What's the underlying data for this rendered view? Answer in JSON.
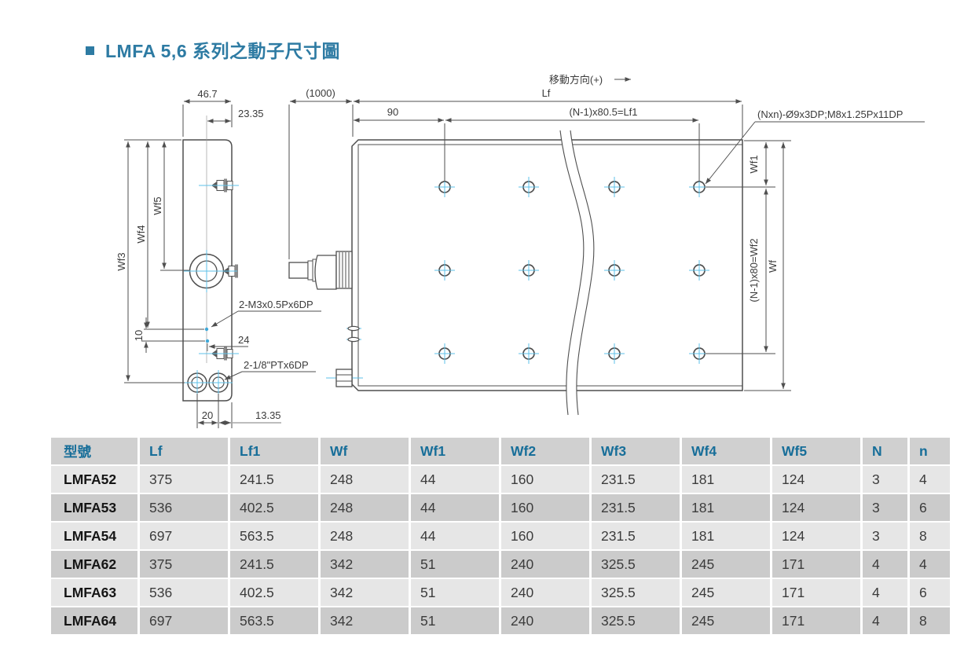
{
  "page": {
    "title": "LMFA 5,6 系列之動子尺寸圖",
    "accent_color": "#2e7ba3"
  },
  "diagram": {
    "side_view": {
      "dim_width": "46.7",
      "dim_half_width": "23.35",
      "dim_wf3": "Wf3",
      "dim_wf4": "Wf4",
      "dim_wf5": "Wf5",
      "dim_10": "10",
      "dim_24": "24",
      "dim_20": "20",
      "dim_13_35": "13.35",
      "label_m3_holes": "2-M3x0.5Px6DP",
      "label_pt_ports": "2-1/8\"PTx6DP"
    },
    "top_view": {
      "direction_label": "移動方向(+)",
      "dim_cable": "(1000)",
      "dim_lf": "Lf",
      "dim_90": "90",
      "dim_lf1": "(N-1)x80.5=Lf1",
      "label_holes": "(Nxn)-Ø9x3DP;M8x1.25Px11DP",
      "dim_wf1": "Wf1",
      "dim_wf2": "(N-1)x80=Wf2",
      "dim_wf": "Wf"
    }
  },
  "table": {
    "headers": [
      "型號",
      "Lf",
      "Lf1",
      "Wf",
      "Wf1",
      "Wf2",
      "Wf3",
      "Wf4",
      "Wf5",
      "N",
      "n"
    ],
    "rows": [
      [
        "LMFA52",
        "375",
        "241.5",
        "248",
        "44",
        "160",
        "231.5",
        "181",
        "124",
        "3",
        "4"
      ],
      [
        "LMFA53",
        "536",
        "402.5",
        "248",
        "44",
        "160",
        "231.5",
        "181",
        "124",
        "3",
        "6"
      ],
      [
        "LMFA54",
        "697",
        "563.5",
        "248",
        "44",
        "160",
        "231.5",
        "181",
        "124",
        "3",
        "8"
      ],
      [
        "LMFA62",
        "375",
        "241.5",
        "342",
        "51",
        "240",
        "325.5",
        "245",
        "171",
        "4",
        "4"
      ],
      [
        "LMFA63",
        "536",
        "402.5",
        "342",
        "51",
        "240",
        "325.5",
        "245",
        "171",
        "4",
        "6"
      ],
      [
        "LMFA64",
        "697",
        "563.5",
        "342",
        "51",
        "240",
        "325.5",
        "245",
        "171",
        "4",
        "8"
      ]
    ]
  }
}
